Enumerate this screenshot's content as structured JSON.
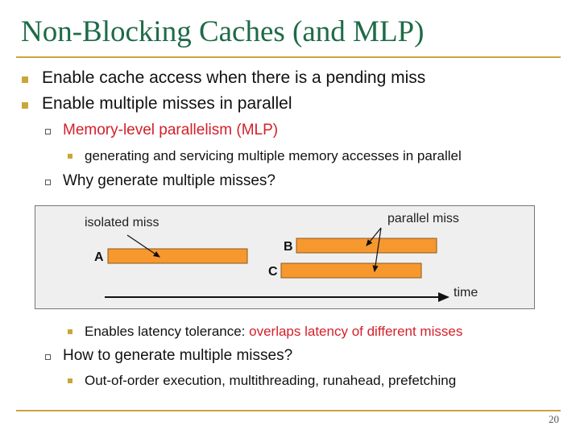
{
  "title": "Non-Blocking Caches (and MLP)",
  "bullets": {
    "b1": "Enable cache access when there is a pending miss",
    "b2": "Enable multiple misses in parallel",
    "b2_1": "Memory-level parallelism (MLP)",
    "b2_1_1": "generating and servicing multiple memory accesses in parallel",
    "b2_2": "Why generate multiple misses?",
    "b2_2_1_prefix": "Enables latency tolerance: ",
    "b2_2_1_highlight": "overlaps latency of different misses",
    "b2_3": "How to generate multiple misses?",
    "b2_3_1": "Out-of-order execution, multithreading, runahead, prefetching"
  },
  "diagram": {
    "isolated_label": "isolated miss",
    "parallel_label": "parallel miss",
    "label_a": "A",
    "label_b": "B",
    "label_c": "C",
    "time_label": "time",
    "bar_color": "#f7982e"
  },
  "page_number": "20",
  "colors": {
    "title": "#1e6b47",
    "accent": "#c9a63a",
    "highlight": "#d4202a"
  }
}
